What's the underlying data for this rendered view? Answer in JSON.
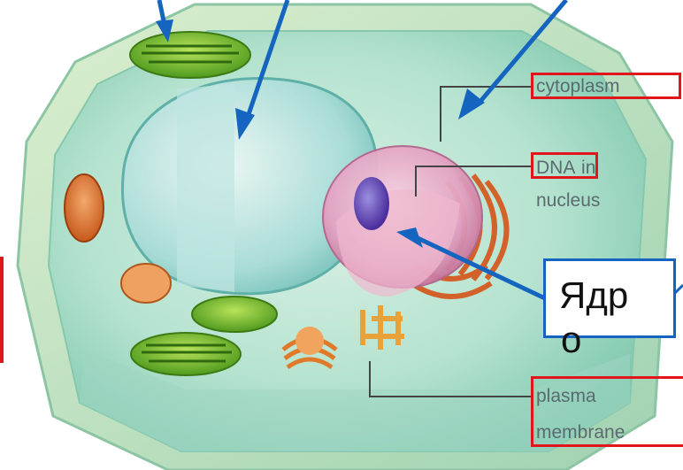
{
  "labels": {
    "cytoplasm": "cytoplasm",
    "dna": "DNA",
    "dna_suffix": "in",
    "nucleus": "nucleus",
    "plasma": "plasma",
    "membrane": "membrane"
  },
  "annotation": {
    "line1": "Ядр",
    "line2": "о"
  },
  "colors": {
    "highlight_box": "#e0161c",
    "arrow": "#1565c0"
  }
}
